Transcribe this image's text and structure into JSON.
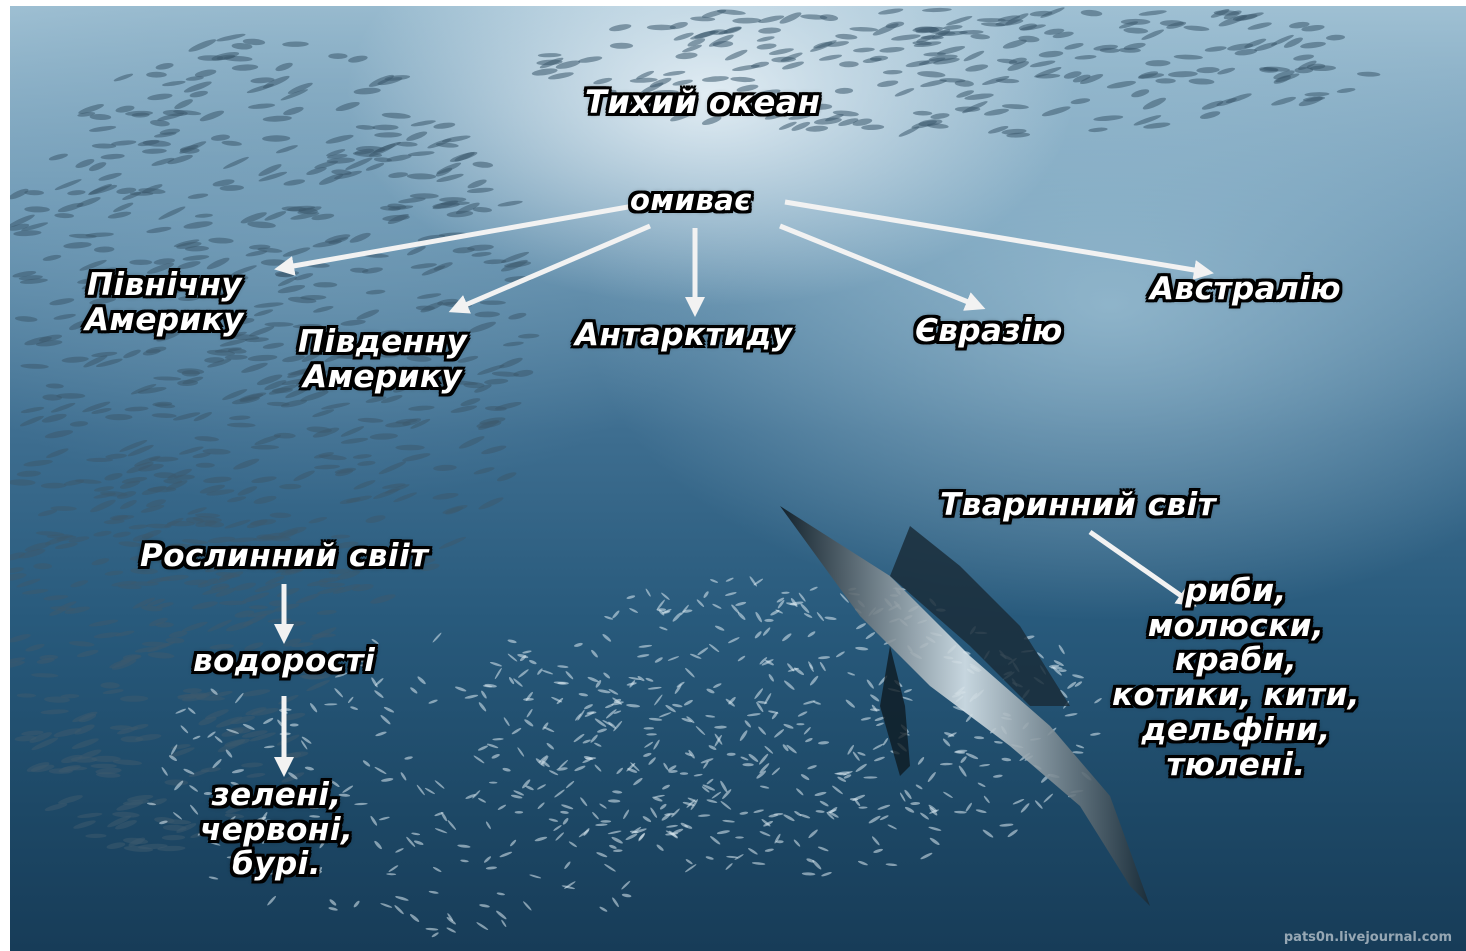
{
  "title": "Тихий океан",
  "connector": "омиває",
  "continents": [
    "Північну\nАмерику",
    "Південну\nАмерику",
    "Антарктиду",
    "Євразію",
    "Австралію"
  ],
  "flora": {
    "heading": "Рослинний свіiт",
    "group": "водорості",
    "types": "зелені,\nчервоні,\nбурі."
  },
  "fauna": {
    "heading": "Тваринний світ",
    "list": "риби,\nмолюски,\nкраби,\nкотики, кити,\nдельфіни,\nтюлені."
  },
  "watermark": "pats0n.livejournal.com",
  "colors": {
    "label_text": "#ffffff",
    "label_outline": "#000000",
    "arrow": "#f2f2f2",
    "water_top": "#9fc0d3",
    "water_bottom": "#173c58"
  }
}
